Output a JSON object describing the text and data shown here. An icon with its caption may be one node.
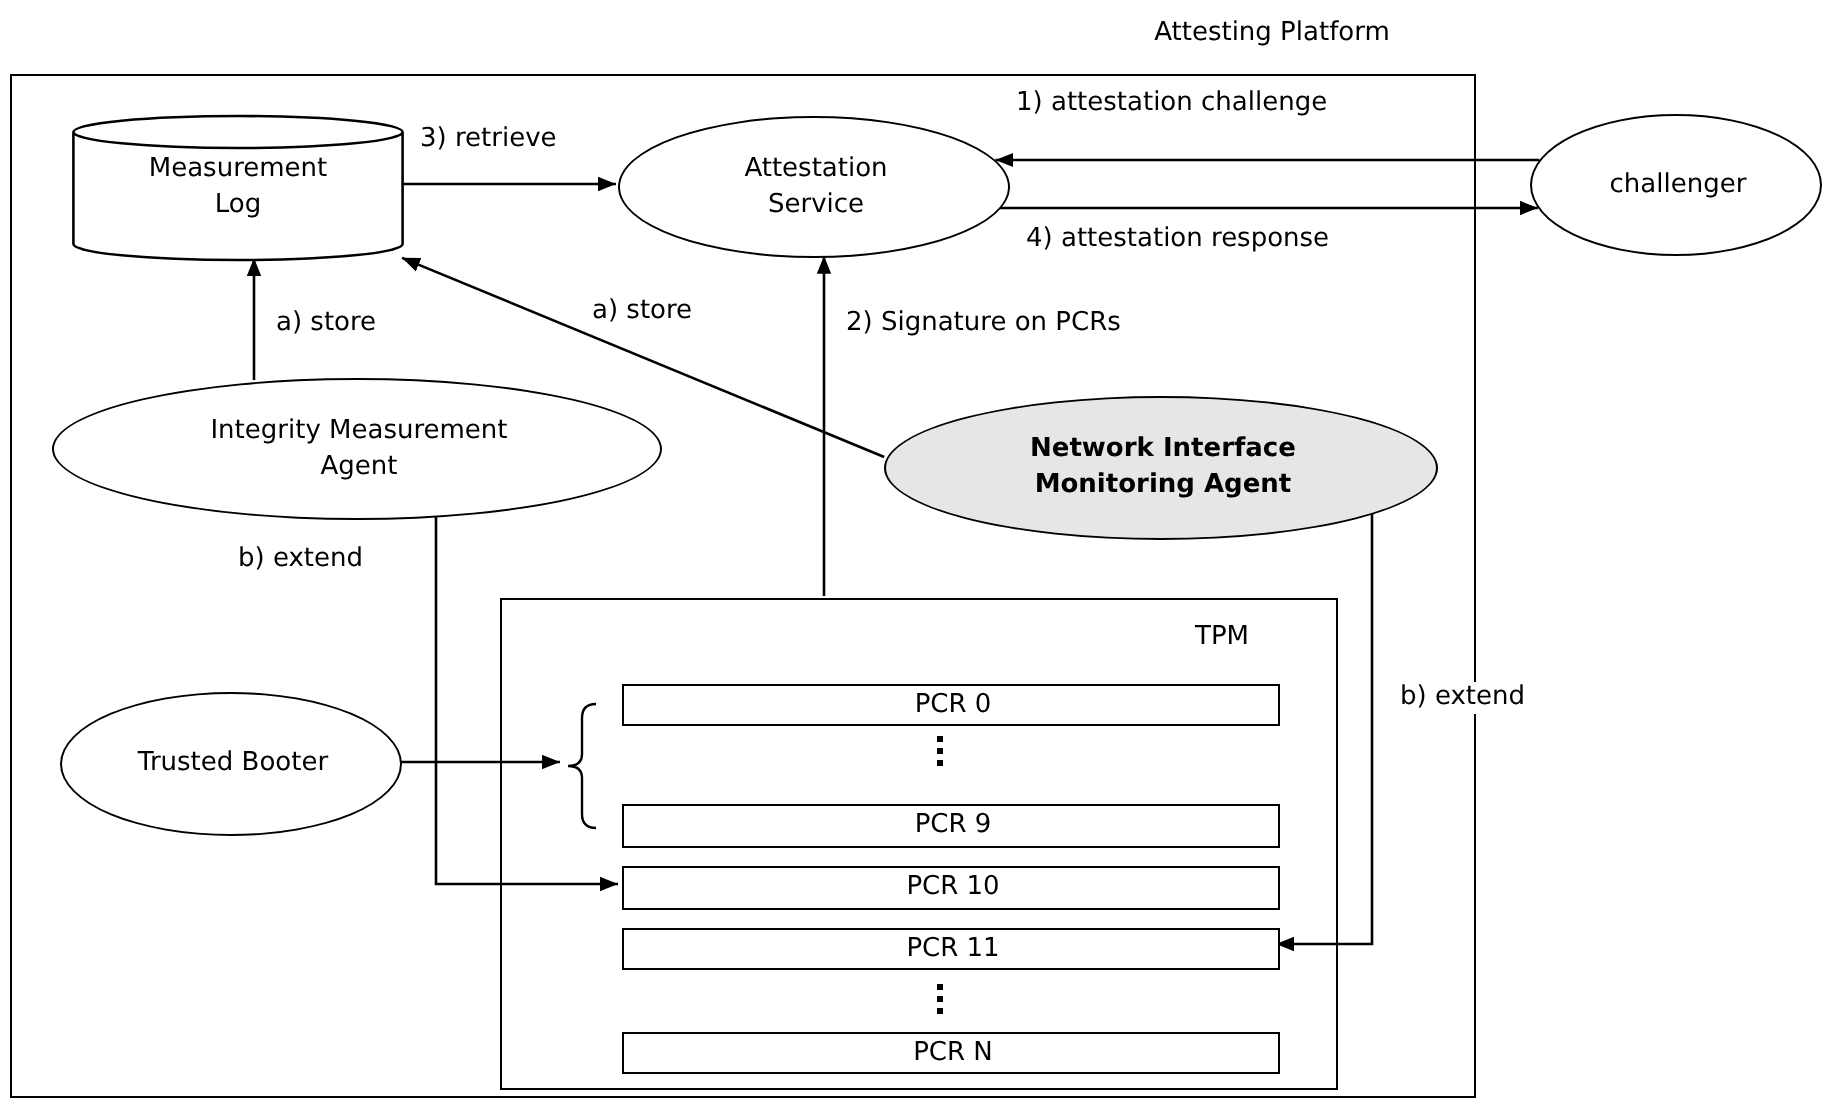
{
  "diagram": {
    "nodes": [
      {
        "text": [
          "Attesting Platform"
        ]
      },
      {
        "text": [
          "Measurement Log"
        ],
        "in": 0
      },
      {
        "text": [
          "Attestation Service"
        ],
        "in": 0
      },
      {
        "text": [
          "challenger"
        ]
      },
      {
        "text": [
          "Integrity Measurement Agent"
        ],
        "in": 0
      },
      {
        "text": [
          "Network Interface Monitoring Agent"
        ],
        "in": 0
      },
      {
        "text": [
          "Trusted Booter"
        ],
        "in": 0
      },
      {
        "text": [
          "TPM"
        ],
        "in": 0
      },
      {
        "text": [],
        "shape": "bracket",
        "in": 7
      },
      {
        "text": [
          "PCR 0"
        ],
        "in": 7
      },
      {
        "text": [
          "PCR 9"
        ],
        "in": 7
      },
      {
        "text": [
          "PCR 10"
        ],
        "in": 7
      },
      {
        "text": [
          "PCR 11"
        ],
        "in": 7
      },
      {
        "text": [
          "PCR N"
        ],
        "in": 7
      }
    ],
    "edges": [
      {
        "from": 1,
        "to": 2,
        "arrow": "to",
        "label": "3) retrieve"
      },
      {
        "from": 3,
        "to": 2,
        "arrow": "to",
        "label": "1) attestation challenge"
      },
      {
        "from": 2,
        "to": 3,
        "arrow": "to",
        "label": "4) attestation response"
      },
      {
        "from": 4,
        "to": 1,
        "arrow": "to",
        "label": "a) store"
      },
      {
        "from": 5,
        "to": 1,
        "arrow": "to",
        "label": "a) store"
      },
      {
        "from": 7,
        "to": 2,
        "arrow": "to",
        "label": "2) Signature on PCRs"
      },
      {
        "from": 4,
        "to": 11,
        "arrow": "to",
        "label": "b) extend"
      },
      {
        "from": 5,
        "to": 12,
        "arrow": "to",
        "label": "b) extend"
      },
      {
        "from": 6,
        "to": 8,
        "arrow": "to"
      }
    ]
  }
}
